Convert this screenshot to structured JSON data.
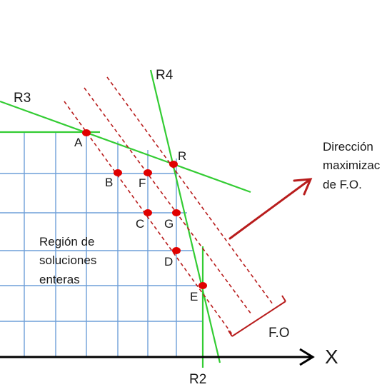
{
  "lines": {
    "r3": "R3",
    "r4": "R4",
    "r2": "R2"
  },
  "points": {
    "a": "A",
    "b": "B",
    "f": "F",
    "r": "R",
    "c": "C",
    "g": "G",
    "d": "D",
    "e": "E"
  },
  "region": {
    "line1": "Región de",
    "line2": "soluciones",
    "line3": "enteras"
  },
  "direction": {
    "line1": "Dirección",
    "line2": "maximizac",
    "line3": "de F.O."
  },
  "fo_label": "F.O",
  "axis_x": "X",
  "colors": {
    "grid": "#6f9fd8",
    "constraint": "#33cc33",
    "objective": "#b81c1c",
    "point": "#e00000",
    "axis": "#000000"
  }
}
